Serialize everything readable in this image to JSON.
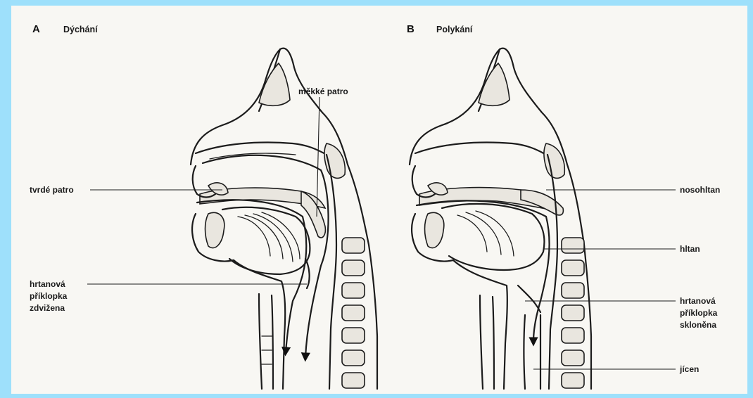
{
  "panel_a": {
    "letter": "A",
    "title": "Dýchání",
    "labels": {
      "soft_palate": "měkké patro",
      "hard_palate": "tvrdé patro",
      "epiglottis_line1": "hrtanová",
      "epiglottis_line2": "příklopka",
      "epiglottis_line3": "zdvižena"
    }
  },
  "panel_b": {
    "letter": "B",
    "title": "Polykání",
    "labels": {
      "nasopharynx": "nosohltan",
      "pharynx": "hltan",
      "epiglottis_line1": "hrtanová",
      "epiglottis_line2": "příklopka",
      "epiglottis_line3": "skloněna",
      "esophagus": "jícen"
    }
  }
}
